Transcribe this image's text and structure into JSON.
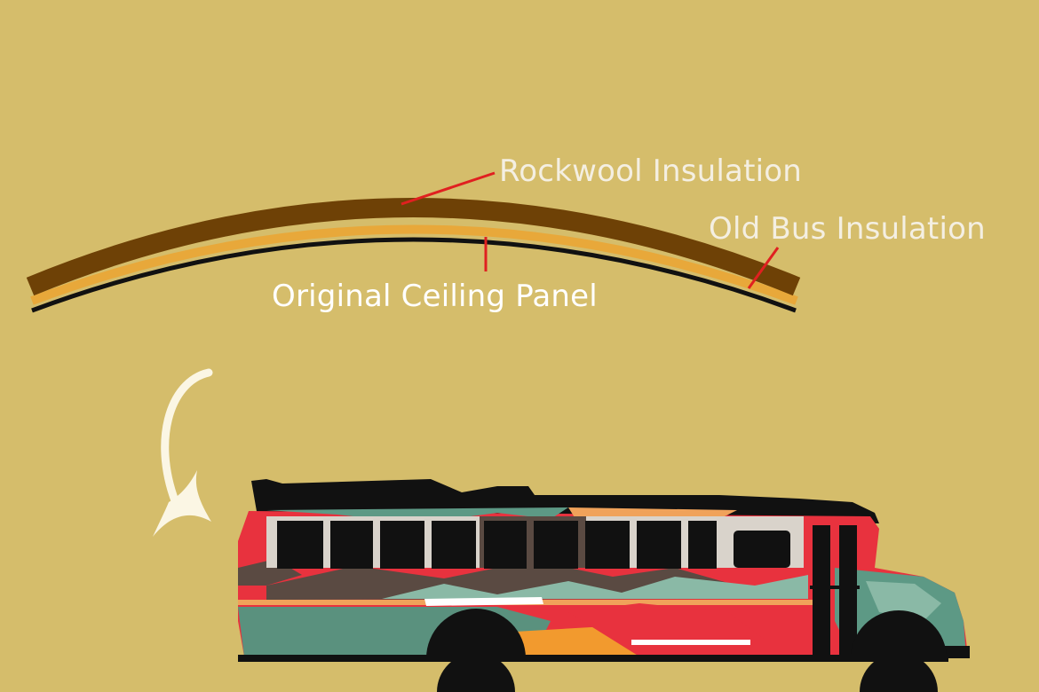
{
  "diagram": {
    "labels": {
      "rockwool": "Rockwool Insulation",
      "old_bus": "Old Bus Insulation",
      "ceiling_panel": "Original Ceiling Panel"
    },
    "colors": {
      "background": "#d5bd6b",
      "rockwool_layer": "#6e4106",
      "old_insulation_layer": "#e8a83a",
      "ceiling_panel_layer": "#111111",
      "leader_line": "#e02020",
      "arrow": "#fbf6e4",
      "label_text": "#f4efe2"
    }
  }
}
